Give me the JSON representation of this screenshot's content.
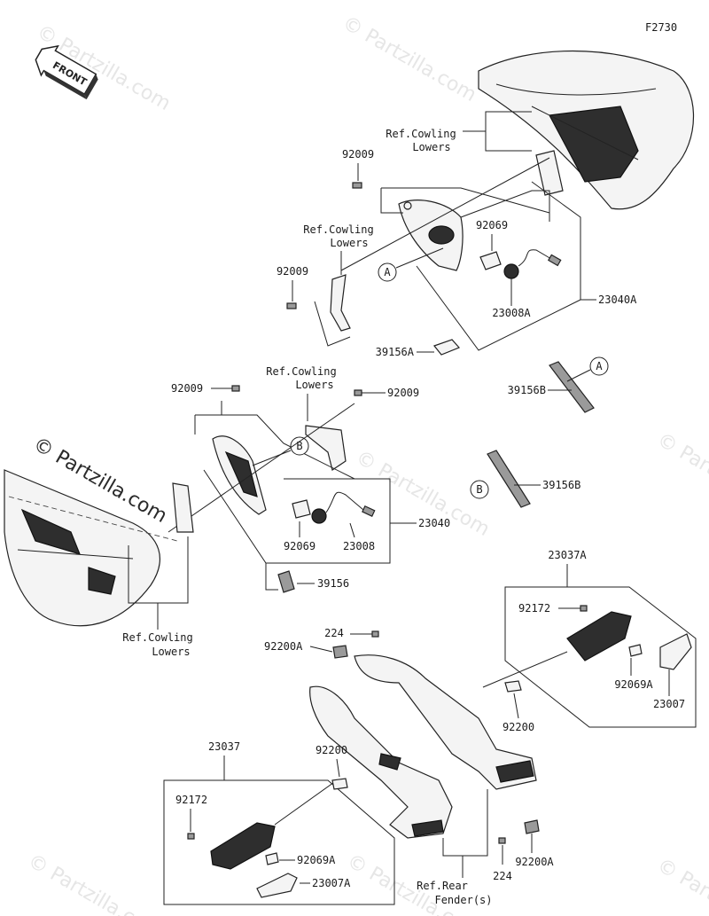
{
  "figure_code": "F2730",
  "front_marker": "FRONT",
  "watermark": "© Partzilla.com",
  "callouts": {
    "A": "A",
    "B": "B"
  },
  "labels": {
    "ref_cowling_lowers_1": [
      "Ref.Cowling",
      "Lowers"
    ],
    "ref_cowling_lowers_2": [
      "Ref.Cowling",
      "Lowers"
    ],
    "ref_cowling_lowers_3": [
      "Ref.Cowling",
      "Lowers"
    ],
    "ref_cowling_lowers_4": [
      "Ref.Cowling",
      "Lowers"
    ],
    "ref_rear_fender": [
      "Ref.Rear",
      "Fender(s)"
    ],
    "p92009_a": "92009",
    "p92009_b": "92009",
    "p92009_c": "92009",
    "p92009_d": "92009",
    "p92069_a": "92069",
    "p92069_b": "92069",
    "p92069a_a": "92069A",
    "p92069a_b": "92069A",
    "p23008a": "23008A",
    "p23008": "23008",
    "p23040a": "23040A",
    "p23040": "23040",
    "p39156a": "39156A",
    "p39156b_a": "39156B",
    "p39156b_b": "39156B",
    "p39156": "39156",
    "p23037a": "23037A",
    "p23037": "23037",
    "p92172_a": "92172",
    "p92172_b": "92172",
    "p224_a": "224",
    "p224_b": "224",
    "p92200a_a": "92200A",
    "p92200a_b": "92200A",
    "p92200_a": "92200",
    "p92200_b": "92200",
    "p23007": "23007",
    "p23007a": "23007A"
  }
}
